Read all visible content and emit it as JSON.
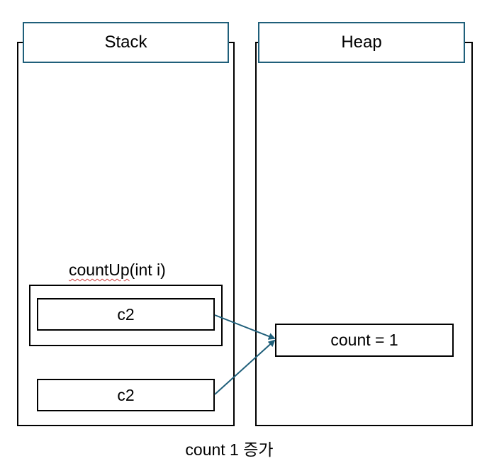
{
  "stack": {
    "header": "Stack",
    "method_name": "countUp",
    "method_params": "(int i)",
    "frame_var": "c2",
    "main_var": "c2"
  },
  "heap": {
    "header": "Heap",
    "object_label": "count  = 1"
  },
  "caption": "count 1 증가",
  "colors": {
    "header_border": "#1f5f7a",
    "arrow": "#1f5f7a",
    "box_border": "#000000"
  }
}
